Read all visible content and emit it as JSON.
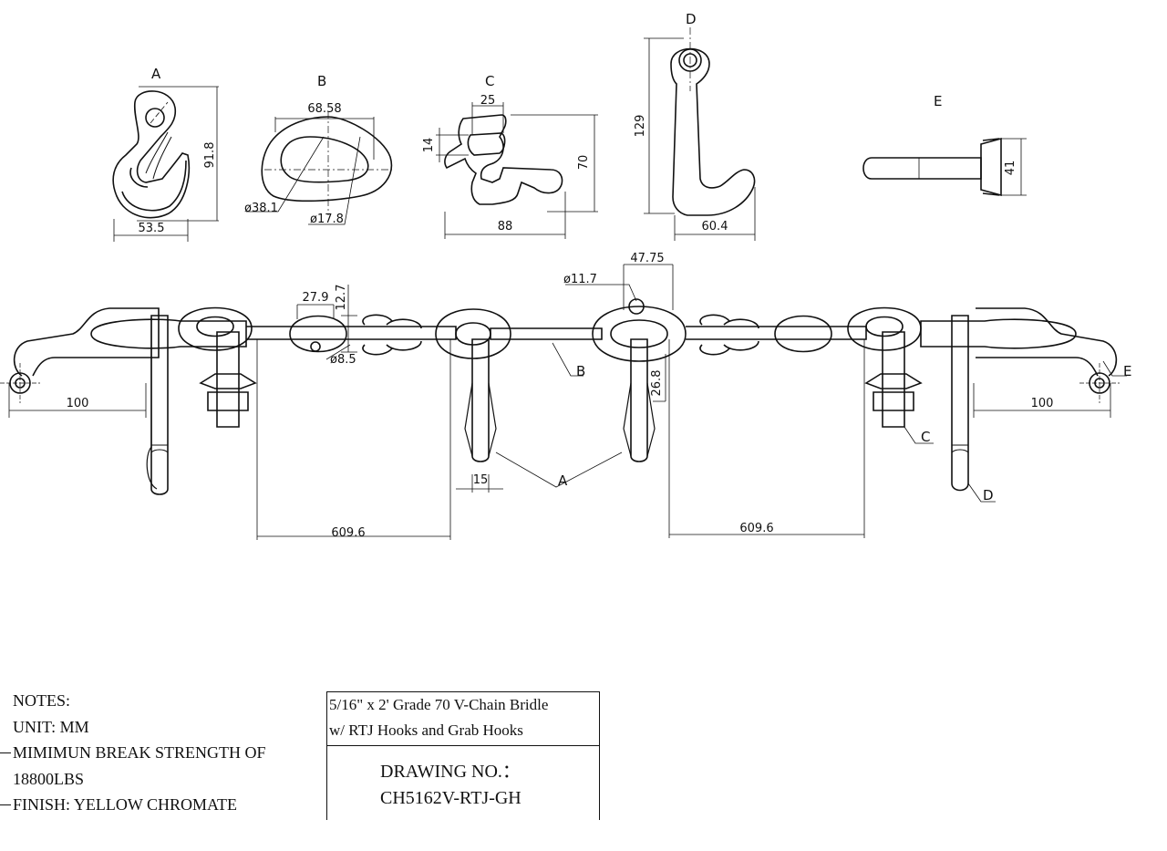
{
  "views": {
    "A": {
      "label": "A",
      "dims": [
        "91.8",
        "53.5"
      ]
    },
    "B": {
      "label": "B",
      "dims": [
        "68.58",
        "ø38.1",
        "ø17.8"
      ]
    },
    "C": {
      "label": "C",
      "dims": [
        "25",
        "14",
        "70",
        "88"
      ]
    },
    "D": {
      "label": "D",
      "dims": [
        "129",
        "60.4"
      ]
    },
    "E": {
      "label": "E",
      "dims": [
        "41"
      ]
    }
  },
  "assembly": {
    "dims": [
      "27.9",
      "12.7",
      "ø8.5",
      "ø11.7",
      "47.75",
      "26.8",
      "15",
      "100",
      "100",
      "609.6",
      "609.6"
    ],
    "callouts": [
      "B",
      "A",
      "C",
      "D",
      "E"
    ]
  },
  "notes": {
    "heading": "NOTES:",
    "lines": [
      "UNIT: MM",
      "MIMIMUN BREAK STRENGTH OF",
      "18800LBS",
      "FINISH: YELLOW CHROMATE"
    ]
  },
  "title_block": {
    "description": [
      "5/16\" x 2' Grade 70 V-Chain Bridle",
      "w/ RTJ Hooks and Grab Hooks"
    ],
    "drawing_label": "DRAWING NO.：",
    "drawing_number": "CH5162V-RTJ-GH"
  }
}
